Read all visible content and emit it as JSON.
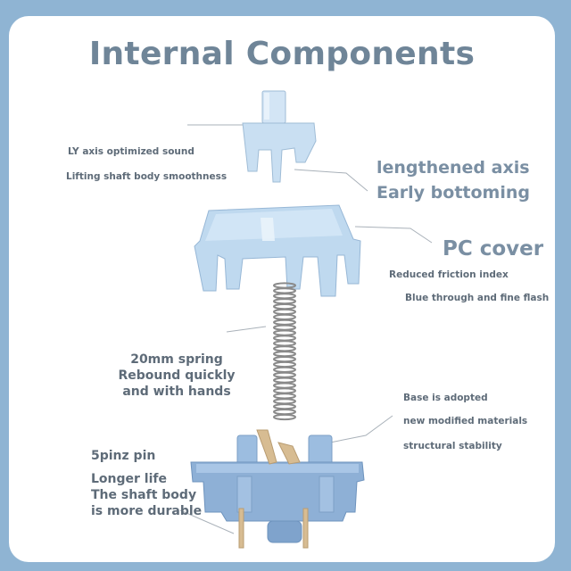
{
  "title": "Internal Components",
  "labels": {
    "ly_axis": "LY axis optimized sound",
    "lifting_shaft": "Lifting shaft body smoothness",
    "lengthened_axis": "lengthened axis",
    "early_bottoming": "Early bottoming",
    "pc_cover": "PC cover",
    "reduced_friction": "Reduced friction index",
    "blue_through": "Blue through and fine flash",
    "spring_1": "20mm spring",
    "spring_2": "Rebound quickly",
    "spring_3": "and with hands",
    "base_1": "Base is adopted",
    "base_2": "new modified materials",
    "base_3": "structural stability",
    "pin_title": "5pinz pin",
    "pin_1": "Longer life",
    "pin_2": "The shaft body",
    "pin_3": "is more durable"
  },
  "colors": {
    "background": "#8fb4d3",
    "card": "#ffffff",
    "title": "#6f8598",
    "stem": "#c9dff2",
    "cover": "#bcd7ef",
    "base": "#8eb0d6",
    "spring": "#8a8a8a",
    "contact": "#d7bc92"
  }
}
